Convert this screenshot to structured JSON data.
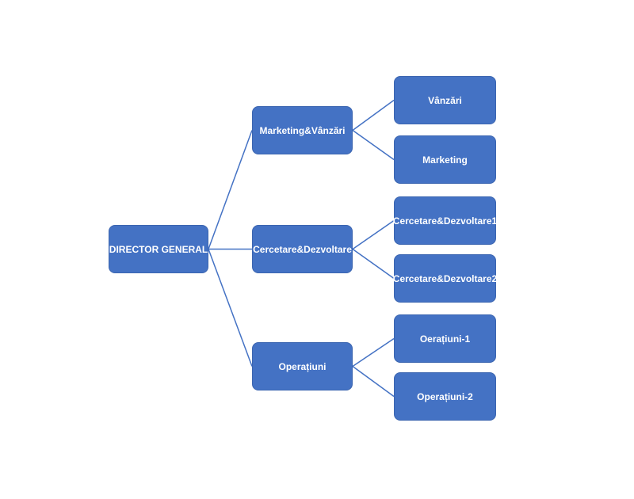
{
  "org_chart": {
    "root": {
      "label": "DIRECTOR GENERAL",
      "children": [
        {
          "label": "Marketing&Vânzări",
          "children": [
            {
              "label": "Vânzări"
            },
            {
              "label": "Marketing"
            }
          ]
        },
        {
          "label": "Cercetare&Dezvoltare",
          "children": [
            {
              "label": "Cercetare&Dezvoltare1"
            },
            {
              "label": "Cercetare&Dezvoltare2"
            }
          ]
        },
        {
          "label": "Operațiuni",
          "children": [
            {
              "label": "Oerațiuni-1"
            },
            {
              "label": "Operațiuni-2"
            }
          ]
        }
      ]
    },
    "colors": {
      "node_fill": "#4472C4",
      "node_border": "#3B65B0",
      "node_text": "#FFFFFF",
      "connector": "#4472C4",
      "background": "#FFFFFF"
    }
  }
}
